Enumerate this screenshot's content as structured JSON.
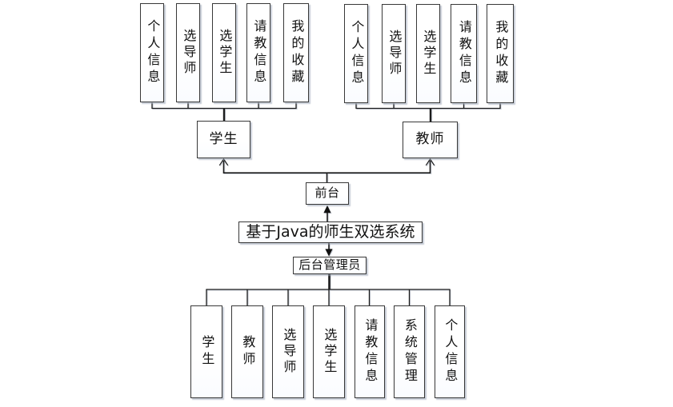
{
  "diagram_title": "基于Java的师生双选系统",
  "colors": {
    "line": "#1c1c1c",
    "box_border": "#383838",
    "box_fill": "#ffffff",
    "shadow": "#98a2b4",
    "text": "#111111"
  },
  "root": {
    "label": "基于Java的师生双选系统"
  },
  "frontend": {
    "label": "前台"
  },
  "backend_admin": {
    "label": "后台管理员"
  },
  "student": {
    "label": "学生",
    "features": [
      "个人信息",
      "选导师",
      "选学生",
      "请教信息",
      "我的收藏"
    ]
  },
  "teacher": {
    "label": "教师",
    "features": [
      "个人信息",
      "选导师",
      "选学生",
      "请教信息",
      "我的收藏"
    ]
  },
  "admin": {
    "features": [
      "学生",
      "教师",
      "选导师",
      "选学生",
      "请教信息",
      "系统管理",
      "个人信息"
    ]
  }
}
